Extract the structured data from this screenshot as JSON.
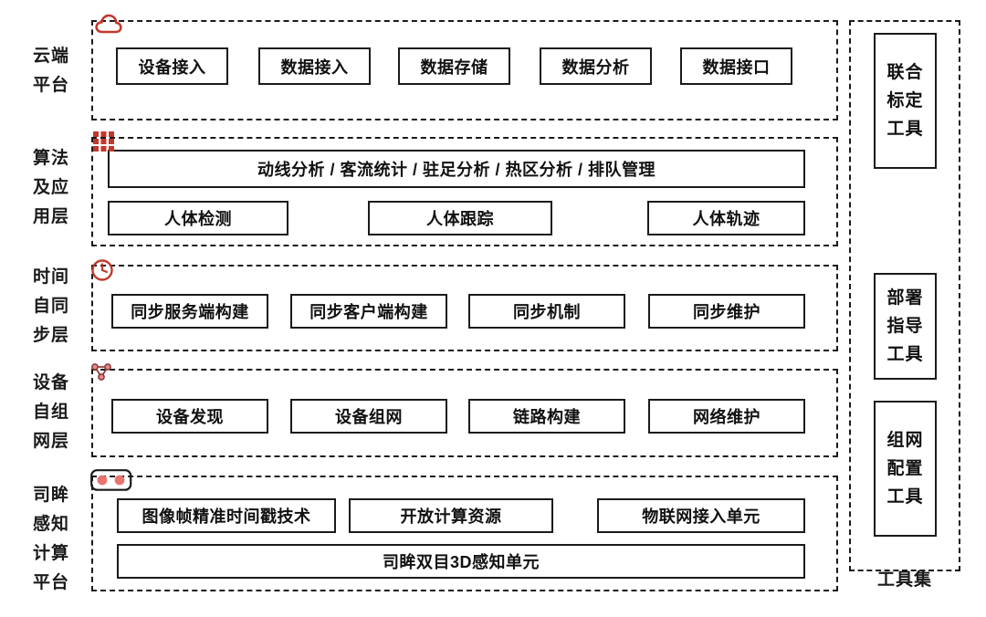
{
  "diagram": {
    "layers": [
      {
        "id": "cloud-platform",
        "label": "云端\n平台",
        "icon": "cloud-icon",
        "icon_color": "#c0392b",
        "rows": [
          {
            "nodes": [
              {
                "label": "设备接入"
              },
              {
                "label": "数据接入"
              },
              {
                "label": "数据存储"
              },
              {
                "label": "数据分析"
              },
              {
                "label": "数据接口"
              }
            ]
          }
        ]
      },
      {
        "id": "algorithm-application-layer",
        "label": "算法\n及应\n用层",
        "icon": "grid-dots-icon",
        "icon_color": "#c0392b",
        "rows": [
          {
            "nodes": [
              {
                "label": "动线分析 / 客流统计 / 驻足分析 / 热区分析 / 排队管理"
              }
            ]
          },
          {
            "nodes": [
              {
                "label": "人体检测"
              },
              {
                "label": "人体跟踪"
              },
              {
                "label": "人体轨迹"
              }
            ]
          }
        ]
      },
      {
        "id": "time-self-sync-layer",
        "label": "时间\n自同\n步层",
        "icon": "clock-icon",
        "icon_color": "#c0392b",
        "rows": [
          {
            "nodes": [
              {
                "label": "同步服务端构建"
              },
              {
                "label": "同步客户端构建"
              },
              {
                "label": "同步机制"
              },
              {
                "label": "同步维护"
              }
            ]
          }
        ]
      },
      {
        "id": "device-self-organizing-network-layer",
        "label": "设备\n自组\n网层",
        "icon": "network-nodes-icon",
        "icon_color": "#c0392b",
        "rows": [
          {
            "nodes": [
              {
                "label": "设备发现"
              },
              {
                "label": "设备组网"
              },
              {
                "label": "链路构建"
              },
              {
                "label": "网络维护"
              }
            ]
          }
        ]
      },
      {
        "id": "simou-perception-computing-platform",
        "label": "司眸\n感知\n计算\n平台",
        "icon": "stereo-camera-icon",
        "icon_color": "#c0392b",
        "rows": [
          {
            "nodes": [
              {
                "label": "图像帧精准时间戳技术"
              },
              {
                "label": "开放计算资源"
              },
              {
                "label": "物联网接入单元"
              }
            ]
          },
          {
            "nodes": [
              {
                "label": "司眸双目3D感知单元"
              }
            ]
          }
        ]
      }
    ],
    "tools_panel": {
      "caption": "工具集",
      "tools": [
        {
          "label": "联合\n标定\n工具"
        },
        {
          "label": "部署\n指导\n工具"
        },
        {
          "label": "组网\n配置\n工具"
        }
      ]
    }
  }
}
